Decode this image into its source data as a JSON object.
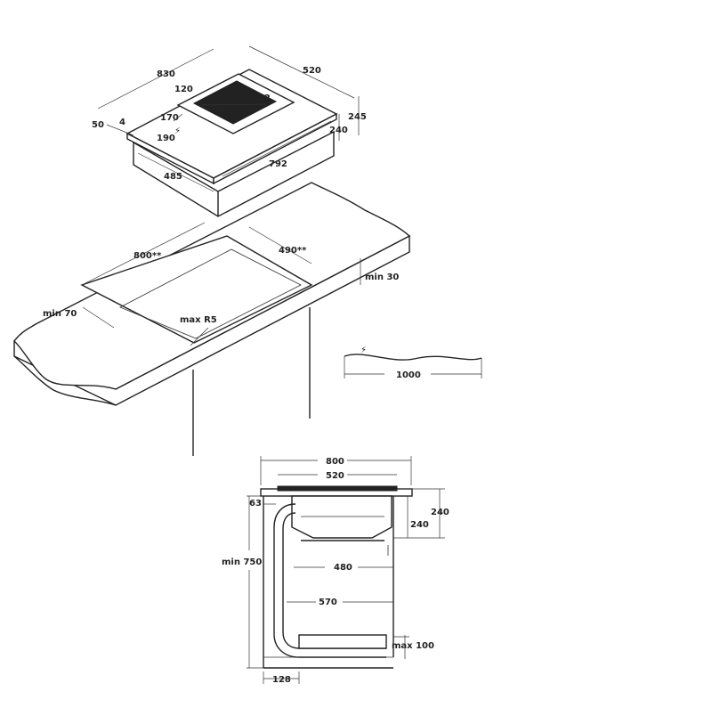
{
  "hob_view": {
    "width": "830",
    "depth": "520",
    "vent_offset": "120",
    "vent_width": "372",
    "total_height": "245",
    "body_height": "240",
    "edge_50": "50",
    "edge_4": "4",
    "cable_170": "170",
    "cable_190": "190",
    "cutout_width": "792",
    "cutout_depth": "485",
    "power_symbol": "⚡"
  },
  "worktop_view": {
    "cutout_width": "800**",
    "cutout_depth": "490**",
    "min_thickness": "min 30",
    "min_edge": "min 70",
    "max_radius": "max R5"
  },
  "cable": {
    "length": "1000",
    "power_symbol": "⚡"
  },
  "section_view": {
    "overall_width": "800",
    "hob_width": "520",
    "height_a": "240",
    "height_b": "240",
    "top_gap": "63",
    "min_height": "min 750",
    "inner_480": "480",
    "inner_570": "570",
    "max_plinth": "max 100",
    "bottom_128": "128"
  }
}
